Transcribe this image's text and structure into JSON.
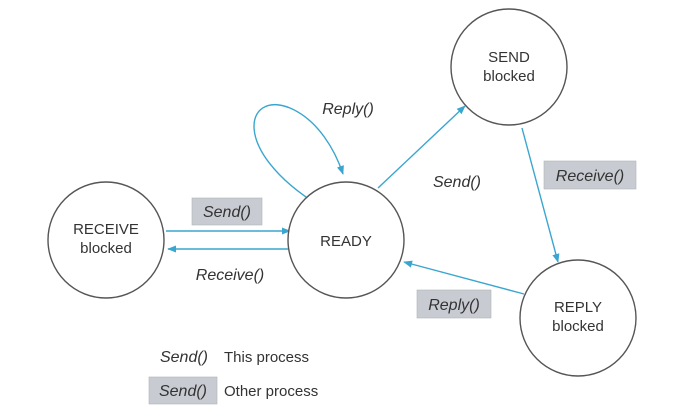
{
  "states": {
    "receive_blocked": {
      "line1": "RECEIVE",
      "line2": "blocked"
    },
    "ready": {
      "label": "READY"
    },
    "send_blocked": {
      "line1": "SEND",
      "line2": "blocked"
    },
    "reply_blocked": {
      "line1": "REPLY",
      "line2": "blocked"
    }
  },
  "edges": {
    "ready_self_loop": "Reply()",
    "ready_to_send": "Send()",
    "send_to_reply": "Receive()",
    "reply_to_ready": "Reply()",
    "receive_to_ready": "Send()",
    "ready_to_receive": "Receive()"
  },
  "legend": {
    "this_process": {
      "call": "Send()",
      "text": "This process"
    },
    "other_process": {
      "call": "Send()",
      "text": "Other process"
    }
  },
  "colors": {
    "arrow": "#3aa6cf",
    "other_process_box": "#c8ccd2",
    "circle_stroke": "#555555"
  }
}
